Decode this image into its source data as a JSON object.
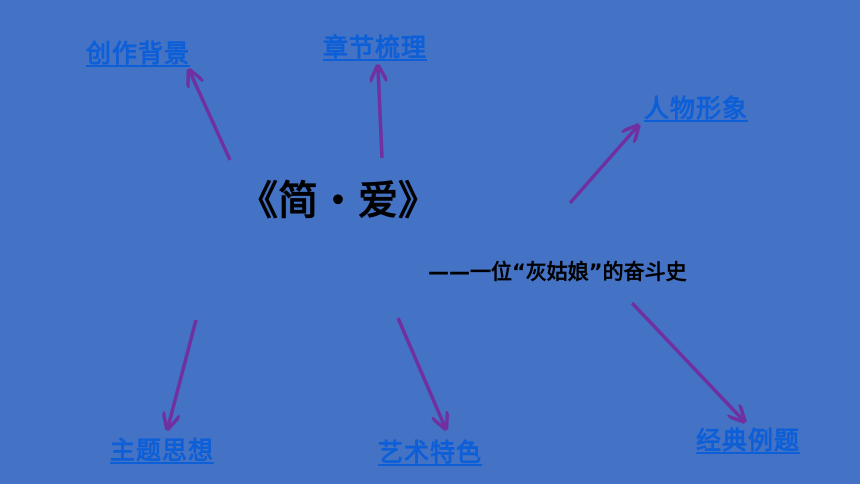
{
  "title": "《简・爱》",
  "subtitle": "——一位“灰姑娘”的奋斗史",
  "links": {
    "background": "创作背景",
    "chapters": "章节梳理",
    "characters": "人物形象",
    "theme": "主题思想",
    "art": "艺术特色",
    "exercises": "经典例题"
  },
  "colors": {
    "background": "#4472c4",
    "link": "#0d5fd8",
    "arrow": "#7030a0",
    "text": "#000000"
  }
}
